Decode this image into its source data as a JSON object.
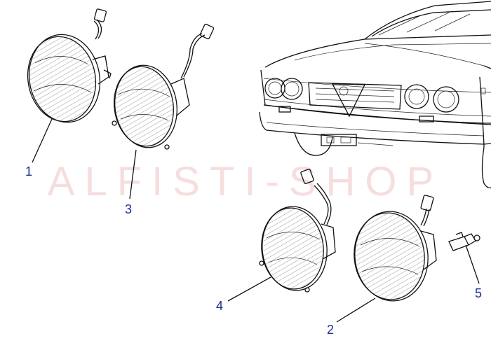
{
  "watermark": "ALFISTI-SHOP",
  "callouts": [
    {
      "id": "1",
      "label": "1"
    },
    {
      "id": "2",
      "label": "2"
    },
    {
      "id": "3",
      "label": "3"
    },
    {
      "id": "4",
      "label": "4"
    },
    {
      "id": "5",
      "label": "5"
    }
  ]
}
